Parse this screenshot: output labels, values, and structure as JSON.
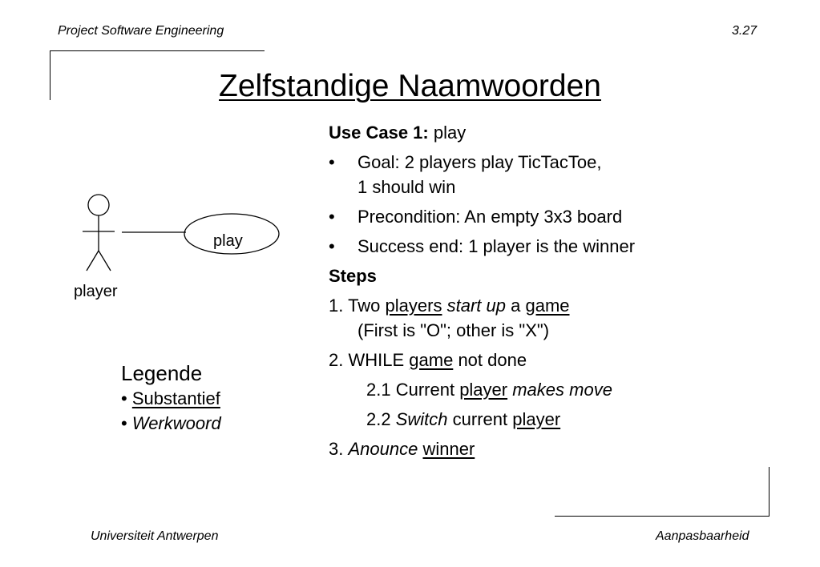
{
  "header": {
    "course": "Project Software Engineering",
    "slide_number": "3.27"
  },
  "footer": {
    "institution": "Universiteit Antwerpen",
    "topic": "Aanpasbaarheid"
  },
  "title": "Zelfstandige Naamwoorden",
  "diagram": {
    "actor": "player",
    "use_case": "play"
  },
  "legend": {
    "title": "Legende",
    "bullet": "•",
    "noun": "Substantief",
    "verb": "Werkwoord"
  },
  "use_case": {
    "label": "Use Case 1:",
    "name": "play",
    "bullet": "•",
    "goal_1": "Goal: 2 players play TicTacToe,",
    "goal_2": "1 should win",
    "precondition": "Precondition: An empty 3x3 board",
    "success": "Success end: 1 player is the winner",
    "steps_title": "Steps",
    "step1": {
      "num": "1. Two",
      "players": "players",
      "start_up": "start up",
      "a": "a",
      "game": "game",
      "note": "(First is \"O\"; other is \"X\")"
    },
    "step2": {
      "num": "2. WHILE",
      "game": "game",
      "rest": "not done"
    },
    "step2_1": {
      "num": "2.1 Current",
      "player": "player",
      "makes_move": "makes move"
    },
    "step2_2": {
      "num": "2.2",
      "switch": "Switch",
      "current": "current",
      "player": "player"
    },
    "step3": {
      "num": "3.",
      "anounce": "Anounce",
      "winner": "winner"
    }
  }
}
